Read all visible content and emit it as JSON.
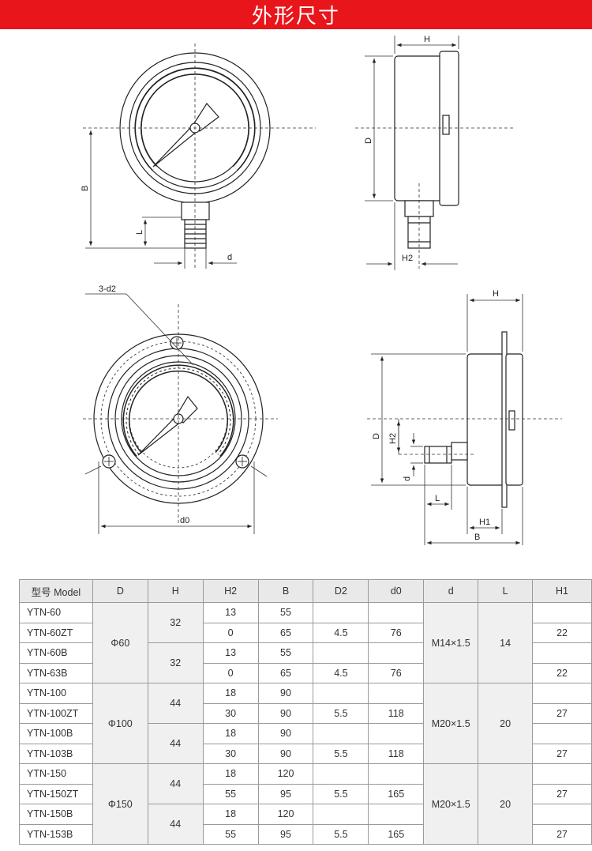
{
  "header": {
    "title": "外形尺寸"
  },
  "labels": {
    "top_left": {
      "b": "B",
      "l": "L",
      "d": "d"
    },
    "top_right": {
      "h": "H",
      "d_big": "D",
      "h2": "H2"
    },
    "bottom_left": {
      "holes": "3-d2",
      "d0": "d0"
    },
    "bottom_right": {
      "h": "H",
      "d_big": "D",
      "h2": "H2",
      "d": "d",
      "l": "L",
      "h1": "H1",
      "b": "B"
    }
  },
  "table": {
    "headers": [
      "型号 Model",
      "D",
      "H",
      "H2",
      "B",
      "D2",
      "d0",
      "d",
      "L",
      "H1"
    ],
    "groups": [
      {
        "D": "Φ60",
        "d": "M14×1.5",
        "L": "14",
        "H": [
          "32",
          "32"
        ],
        "rows": [
          {
            "model": "YTN-60",
            "H2": "13",
            "B": "55",
            "D2": "",
            "d0": "",
            "H1": ""
          },
          {
            "model": "YTN-60ZT",
            "H2": "0",
            "B": "65",
            "D2": "4.5",
            "d0": "76",
            "H1": "22"
          },
          {
            "model": "YTN-60B",
            "H2": "13",
            "B": "55",
            "D2": "",
            "d0": "",
            "H1": ""
          },
          {
            "model": "YTN-63B",
            "H2": "0",
            "B": "65",
            "D2": "4.5",
            "d0": "76",
            "H1": "22"
          }
        ]
      },
      {
        "D": "Φ100",
        "d": "M20×1.5",
        "L": "20",
        "H": [
          "44",
          "44"
        ],
        "rows": [
          {
            "model": "YTN-100",
            "H2": "18",
            "B": "90",
            "D2": "",
            "d0": "",
            "H1": ""
          },
          {
            "model": "YTN-100ZT",
            "H2": "30",
            "B": "90",
            "D2": "5.5",
            "d0": "118",
            "H1": "27"
          },
          {
            "model": "YTN-100B",
            "H2": "18",
            "B": "90",
            "D2": "",
            "d0": "",
            "H1": ""
          },
          {
            "model": "YTN-103B",
            "H2": "30",
            "B": "90",
            "D2": "5.5",
            "d0": "118",
            "H1": "27"
          }
        ]
      },
      {
        "D": "Φ150",
        "d": "M20×1.5",
        "L": "20",
        "H": [
          "44",
          "44"
        ],
        "rows": [
          {
            "model": "YTN-150",
            "H2": "18",
            "B": "120",
            "D2": "",
            "d0": "",
            "H1": ""
          },
          {
            "model": "YTN-150ZT",
            "H2": "55",
            "B": "95",
            "D2": "5.5",
            "d0": "165",
            "H1": "27"
          },
          {
            "model": "YTN-150B",
            "H2": "18",
            "B": "120",
            "D2": "",
            "d0": "",
            "H1": ""
          },
          {
            "model": "YTN-153B",
            "H2": "55",
            "B": "95",
            "D2": "5.5",
            "d0": "165",
            "H1": "27"
          }
        ]
      }
    ]
  }
}
